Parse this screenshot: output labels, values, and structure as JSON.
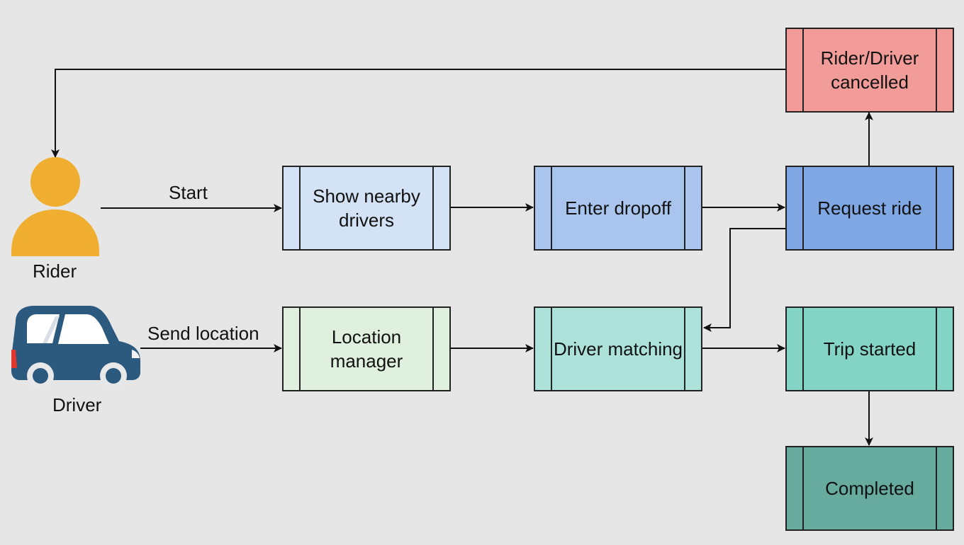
{
  "nodes": {
    "show_nearby": {
      "label": "Show nearby drivers",
      "color": "#d4e2f5"
    },
    "enter_dropoff": {
      "label": "Enter dropoff",
      "color": "#a9c5ed"
    },
    "request_ride": {
      "label": "Request ride",
      "color": "#7ea7e3"
    },
    "cancelled": {
      "label": "Rider/Driver cancelled",
      "color": "#f19c99"
    },
    "location_manager": {
      "label": "Location manager",
      "color": "#dff0df"
    },
    "driver_matching": {
      "label": "Driver matching",
      "color": "#ade2da"
    },
    "trip_started": {
      "label": "Trip started",
      "color": "#84d5c6"
    },
    "completed": {
      "label": "Completed",
      "color": "#67ab9f"
    }
  },
  "actors": {
    "rider": {
      "label": "Rider",
      "icon": "person-icon",
      "color": "#f0ae30"
    },
    "driver": {
      "label": "Driver",
      "icon": "car-icon",
      "color": "#2c5a7e"
    }
  },
  "edge_labels": {
    "start": "Start",
    "send_location": "Send location"
  }
}
